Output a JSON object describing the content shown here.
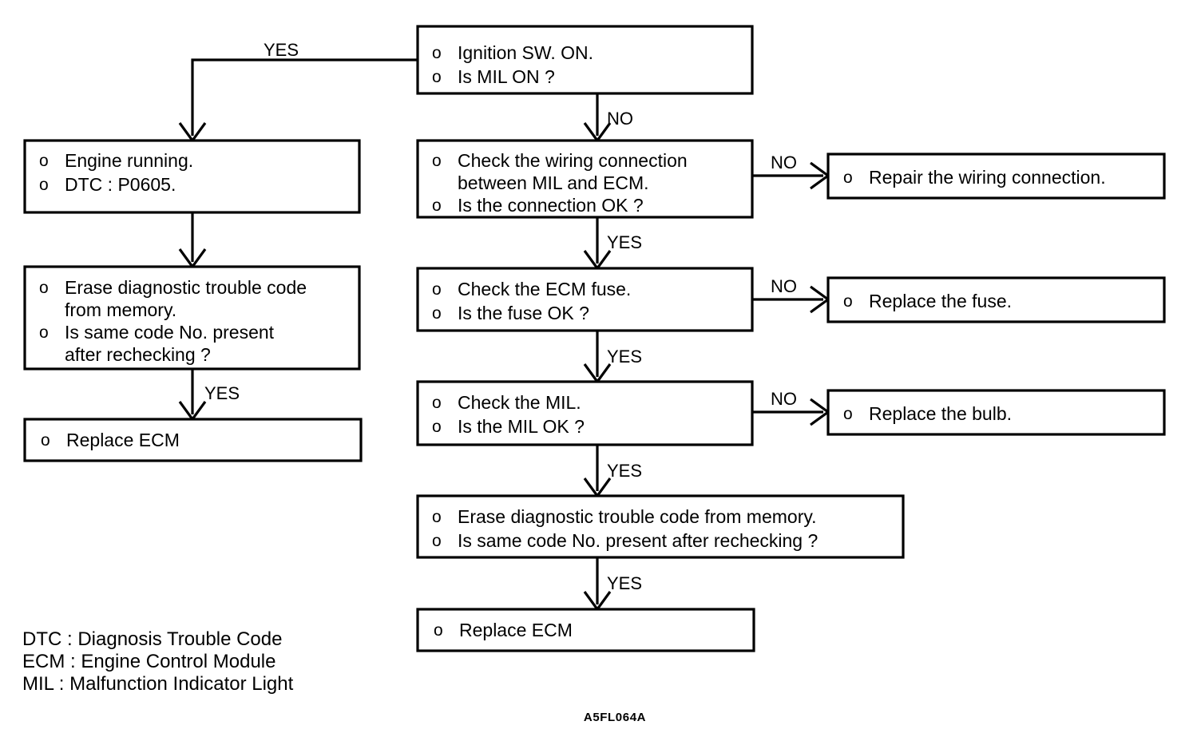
{
  "figure": {
    "code": "A5FL064A",
    "type": "diagnostic-flowchart"
  },
  "boxes": {
    "ignition": {
      "id": "ignition-check",
      "lines": [
        "Ignition SW. ON.",
        "Is MIL ON ?"
      ]
    },
    "engine_running": {
      "id": "engine-running",
      "lines": [
        "Engine running.",
        "DTC : P0605."
      ]
    },
    "erase_left": {
      "id": "erase-code-left",
      "lines": [
        "Erase diagnostic trouble code",
        "from memory.",
        "Is same code No. present",
        "after rechecking ?"
      ]
    },
    "replace_ecm_left": {
      "id": "replace-ecm-left",
      "lines": [
        "Replace ECM"
      ]
    },
    "check_wiring": {
      "id": "check-wiring",
      "lines": [
        "Check the wiring connection",
        "between MIL and ECM.",
        "Is the connection OK ?"
      ]
    },
    "repair_wiring": {
      "id": "repair-wiring",
      "lines": [
        "Repair the wiring connection."
      ]
    },
    "check_fuse": {
      "id": "check-ecm-fuse",
      "lines": [
        "Check the ECM fuse.",
        "Is the fuse OK ?"
      ]
    },
    "replace_fuse": {
      "id": "replace-fuse",
      "lines": [
        "Replace the fuse."
      ]
    },
    "check_mil": {
      "id": "check-mil",
      "lines": [
        "Check the MIL.",
        "Is the MIL OK ?"
      ]
    },
    "replace_bulb": {
      "id": "replace-bulb",
      "lines": [
        "Replace the bulb."
      ]
    },
    "erase_mid": {
      "id": "erase-code-mid",
      "lines": [
        "Erase diagnostic trouble code from memory.",
        "Is same code No. present after rechecking ?"
      ]
    },
    "replace_ecm_mid": {
      "id": "replace-ecm-mid",
      "lines": [
        "Replace ECM"
      ]
    }
  },
  "branch_labels": {
    "yes_to_engine": "YES",
    "no_to_wiring": "NO",
    "no_repair_wiring": "NO",
    "yes_to_fuse": "YES",
    "no_replace_fuse": "NO",
    "yes_to_mil": "YES",
    "no_replace_bulb": "NO",
    "yes_to_erase": "YES",
    "yes_to_replace_ecm_mid": "YES",
    "yes_to_replace_ecm_left": "YES"
  },
  "bullet_glyph": "o",
  "legend": [
    "DTC : Diagnosis Trouble Code",
    "ECM : Engine Control Module",
    "MIL : Malfunction Indicator Light"
  ],
  "colors": {
    "stroke": "#000000",
    "fill": "#ffffff",
    "text": "#000000"
  }
}
